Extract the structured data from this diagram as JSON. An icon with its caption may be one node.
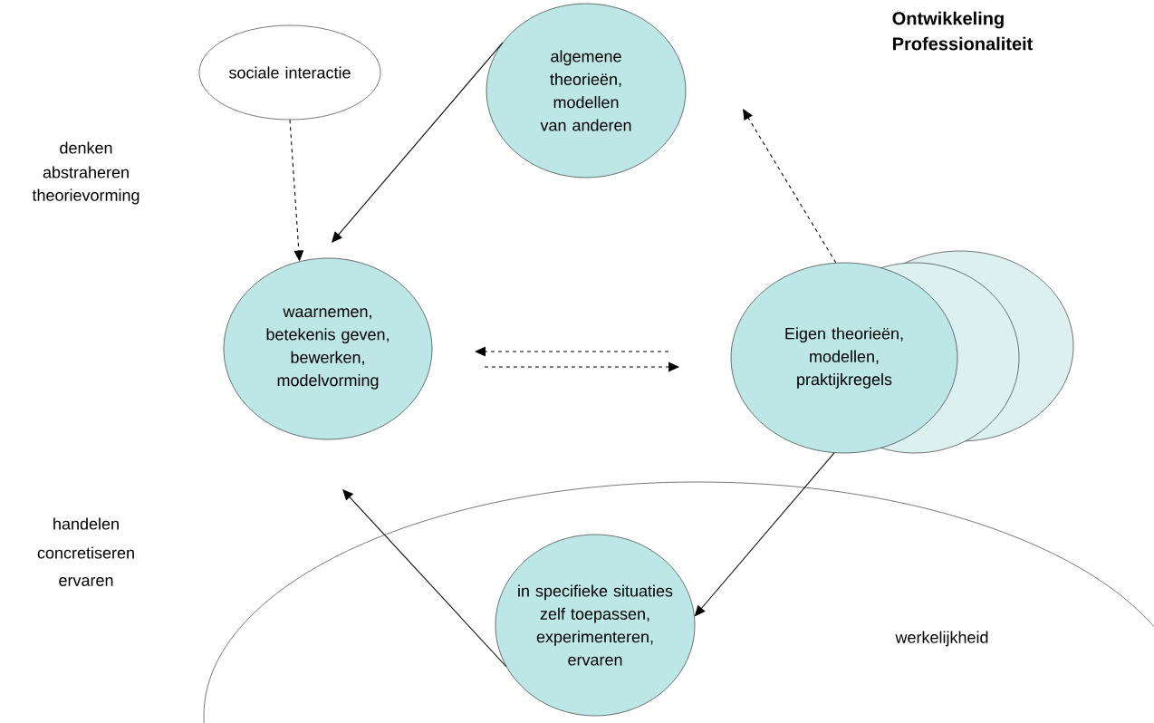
{
  "diagram": {
    "title": "Ontwikkeling Professionaliteit",
    "nodes": [
      {
        "text": [
          "sociale interactie"
        ]
      },
      {
        "text": [
          "algemene theorieën, modellen van anderen"
        ]
      },
      {
        "text": [
          "waarnemen, betekenis geven, bewerken, modelvorming"
        ]
      },
      {
        "text": [
          "Eigen theorieën, modellen, praktijkregels"
        ]
      },
      {
        "text": [
          "werkelijkheid"
        ]
      },
      {
        "text": [
          "in specifieke situaties zelf toepassen, experimenteren, ervaren"
        ],
        "in": 4
      }
    ],
    "edges": [
      {
        "from": 0,
        "to": 2,
        "arrow": "to",
        "style": "dashed"
      },
      {
        "from": 1,
        "to": 2,
        "arrow": "to"
      },
      {
        "from": 3,
        "to": 1,
        "arrow": "to",
        "style": "dashed"
      },
      {
        "from": 3,
        "to": 2,
        "arrow": "to",
        "style": "dashed"
      },
      {
        "from": 2,
        "to": 3,
        "arrow": "to",
        "style": "dashed"
      },
      {
        "from": 3,
        "to": 5,
        "arrow": "to"
      },
      {
        "from": 5,
        "to": 2,
        "arrow": "to"
      }
    ],
    "labels": [
      "denken",
      "abstraheren",
      "theorievorming",
      "handelen",
      "concretiseren",
      "ervaren"
    ]
  }
}
